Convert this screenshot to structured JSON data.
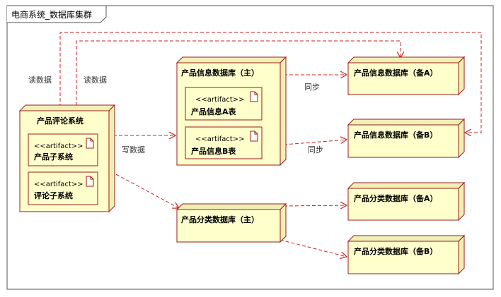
{
  "frame": {
    "title": "电商系统_数据库集群"
  },
  "nodes": {
    "review_system": {
      "title": "产品评论系统",
      "artifacts": [
        {
          "stereotype": "<<artifact>>",
          "name": "产品子系统"
        },
        {
          "stereotype": "<<artifact>>",
          "name": "评论子系统"
        }
      ]
    },
    "info_master": {
      "title": "产品信息数据库（主）",
      "artifacts": [
        {
          "stereotype": "<<artifact>>",
          "name": "产品信息A表"
        },
        {
          "stereotype": "<<artifact>>",
          "name": "产品信息B表"
        }
      ]
    },
    "info_backup_a": {
      "title": "产品信息数据库（备A）"
    },
    "info_backup_b": {
      "title": "产品信息数据库（备B）"
    },
    "category_master": {
      "title": "产品分类数据库（主）"
    },
    "category_backup_a": {
      "title": "产品分类数据库（备A）"
    },
    "category_backup_b": {
      "title": "产品分类数据库（备B）"
    }
  },
  "edges": {
    "read_data_1": "读数据",
    "read_data_2": "读数据",
    "write_data": "写数据",
    "sync_1": "同步",
    "sync_2": "同步"
  },
  "colors": {
    "node_fill": "#ffffcc",
    "node_side": "#f0f0b4",
    "node_stroke": "#9b1b1b",
    "edge": "#cc2222",
    "frame": "#555555"
  }
}
